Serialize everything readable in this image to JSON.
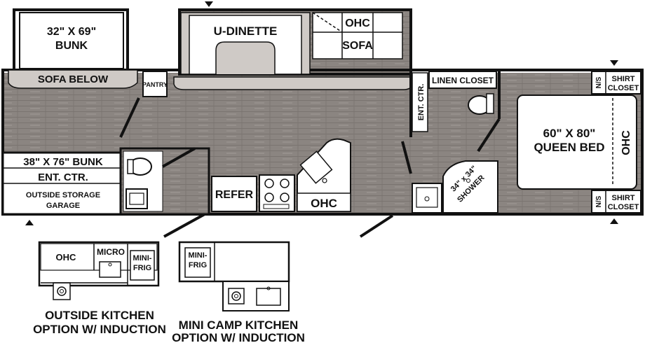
{
  "labels": {
    "bunk_dims": "32\" X 69\"",
    "bunk": "BUNK",
    "sofa_below": "SOFA BELOW",
    "pantry": "PANTRY",
    "u_dinette": "U-DINETTE",
    "ohc_top": "OHC",
    "sofa": "SOFA",
    "linen_closet": "LINEN CLOSET",
    "ent_ctr_mid": "ENT. CTR.",
    "ns_top": "N/S",
    "shirt_top": "SHIRT",
    "closet_top": "CLOSET",
    "bunk2": "38\" X 76\" BUNK",
    "ent_ctr_left": "ENT. CTR.",
    "outside_storage": "OUTSIDE STORAGE",
    "garage": "GARAGE",
    "refer": "REFER",
    "ohc_kitchen": "OHC",
    "bed_dims": "60\" X 80\"",
    "queen_bed": "QUEEN BED",
    "ohc_bed": "OHC",
    "shower_dims": "34\" x 34\"",
    "shower": "SHOWER",
    "ns_bottom": "N/S",
    "shirt_bottom": "SHIRT",
    "closet_bottom": "CLOSET"
  },
  "outside_kitchen": {
    "ohc": "OHC",
    "micro": "MICRO",
    "mini": "MINI-",
    "frig": "FRIG",
    "caption_line1": "OUTSIDE KITCHEN",
    "caption_line2": "OPTION W/ INDUCTION"
  },
  "mini_camp_kitchen": {
    "mini": "MINI-",
    "frig": "FRIG",
    "caption_line1": "MINI CAMP KITCHEN",
    "caption_line2": "OPTION W/ INDUCTION"
  },
  "colors": {
    "floor": "#8a8480",
    "wall": "#111111",
    "furniture": "#cfcac6",
    "fixture": "#ffffff"
  }
}
